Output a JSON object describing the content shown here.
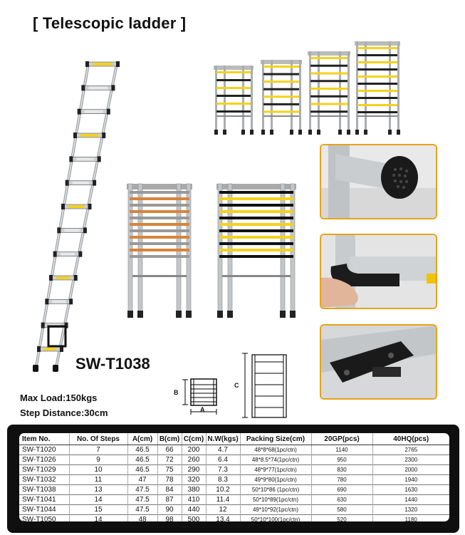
{
  "title": "[ Telescopic ladder ]",
  "model": "SW-T1038",
  "specs": {
    "max_load": "Max Load:150kgs",
    "step_distance": "Step Distance:30cm"
  },
  "dimension_labels": {
    "a": "A",
    "b": "B",
    "c": "C"
  },
  "colors": {
    "accent": "#e8a317",
    "rung_yellow": "#f5d21a",
    "frame": "#0f0f0f"
  },
  "table": {
    "headers": [
      "Item No.",
      "No. Of Steps",
      "A(cm)",
      "B(cm)",
      "C(cm)",
      "N.W(kgs)",
      "Packing Size(cm)",
      "20GP(pcs)",
      "40HQ(pcs)"
    ],
    "rows": [
      [
        "SW-T1020",
        "7",
        "46.5",
        "66",
        "200",
        "4.7",
        "48*8*68(1pc/ctn)",
        "1140",
        "2765"
      ],
      [
        "SW-T1026",
        "9",
        "46.5",
        "72",
        "260",
        "6.4",
        "48*8.5*74(1pc/ctn)",
        "950",
        "2300"
      ],
      [
        "SW-T1029",
        "10",
        "46.5",
        "75",
        "290",
        "7.3",
        "48*9*77(1pc/ctn)",
        "830",
        "2000"
      ],
      [
        "SW-T1032",
        "11",
        "47",
        "78",
        "320",
        "8.3",
        "49*9*80(1pc/ctn)",
        "780",
        "1940"
      ],
      [
        "SW-T1038",
        "13",
        "47.5",
        "84",
        "380",
        "10.2",
        "50*10*86 (1pc/ctn)",
        "690",
        "1630"
      ],
      [
        "SW-T1041",
        "14",
        "47.5",
        "87",
        "410",
        "11.4",
        "50*10*89(1pc/ctn)",
        "630",
        "1440"
      ],
      [
        "SW-T1044",
        "15",
        "47.5",
        "90",
        "440",
        "12",
        "49*10*92(1pc/ctn)",
        "580",
        "1320"
      ],
      [
        "SW-T1050",
        "14",
        "48",
        "98",
        "500",
        "13.4",
        "50*10*100(1pc/ctn)",
        "520",
        "1180"
      ]
    ]
  }
}
